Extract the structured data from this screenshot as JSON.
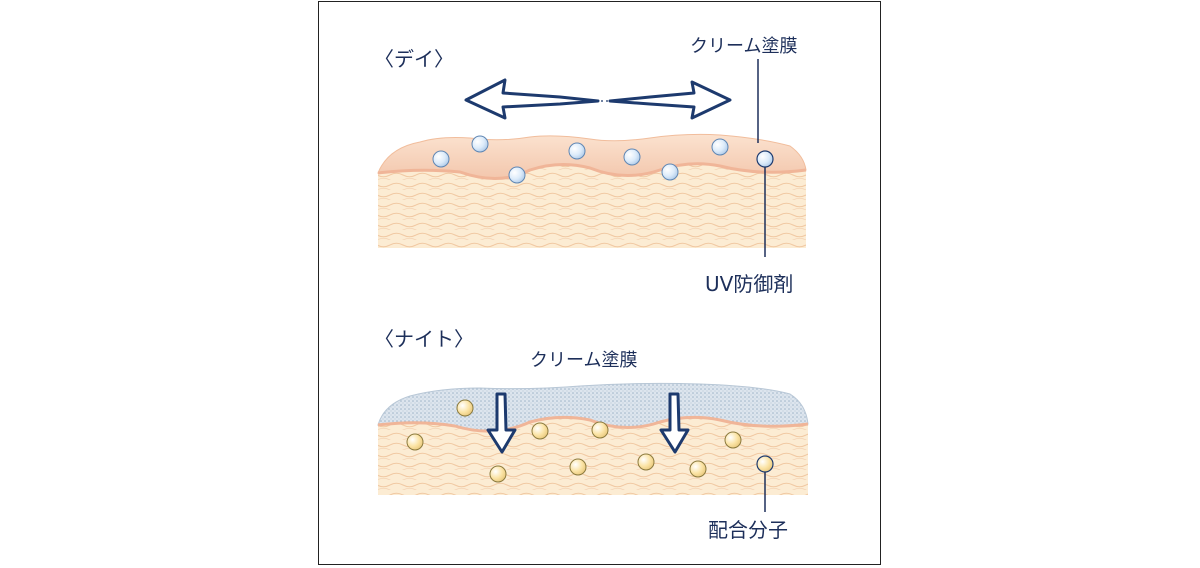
{
  "day": {
    "heading": "〈デイ〉",
    "film_label": "クリーム塗膜",
    "agent_label": "UV防御剤"
  },
  "night": {
    "heading": "〈ナイト〉",
    "film_label": "クリーム塗膜",
    "ingredient_label": "配合分子"
  },
  "colors": {
    "frame": "#222222",
    "label_text": "#1d2f5a",
    "skin_fill": "#fcecd2",
    "skin_line": "#f4c8a2",
    "day_film": "#f7cfb4",
    "night_film": "#d6e0ea",
    "uv_ball": "#dcebfa",
    "molecule_ball": "#fbe4a6",
    "arrow_stroke": "#1d3a6e"
  },
  "icons": [
    "double-headed-arrow-icon",
    "down-arrow-icon"
  ]
}
